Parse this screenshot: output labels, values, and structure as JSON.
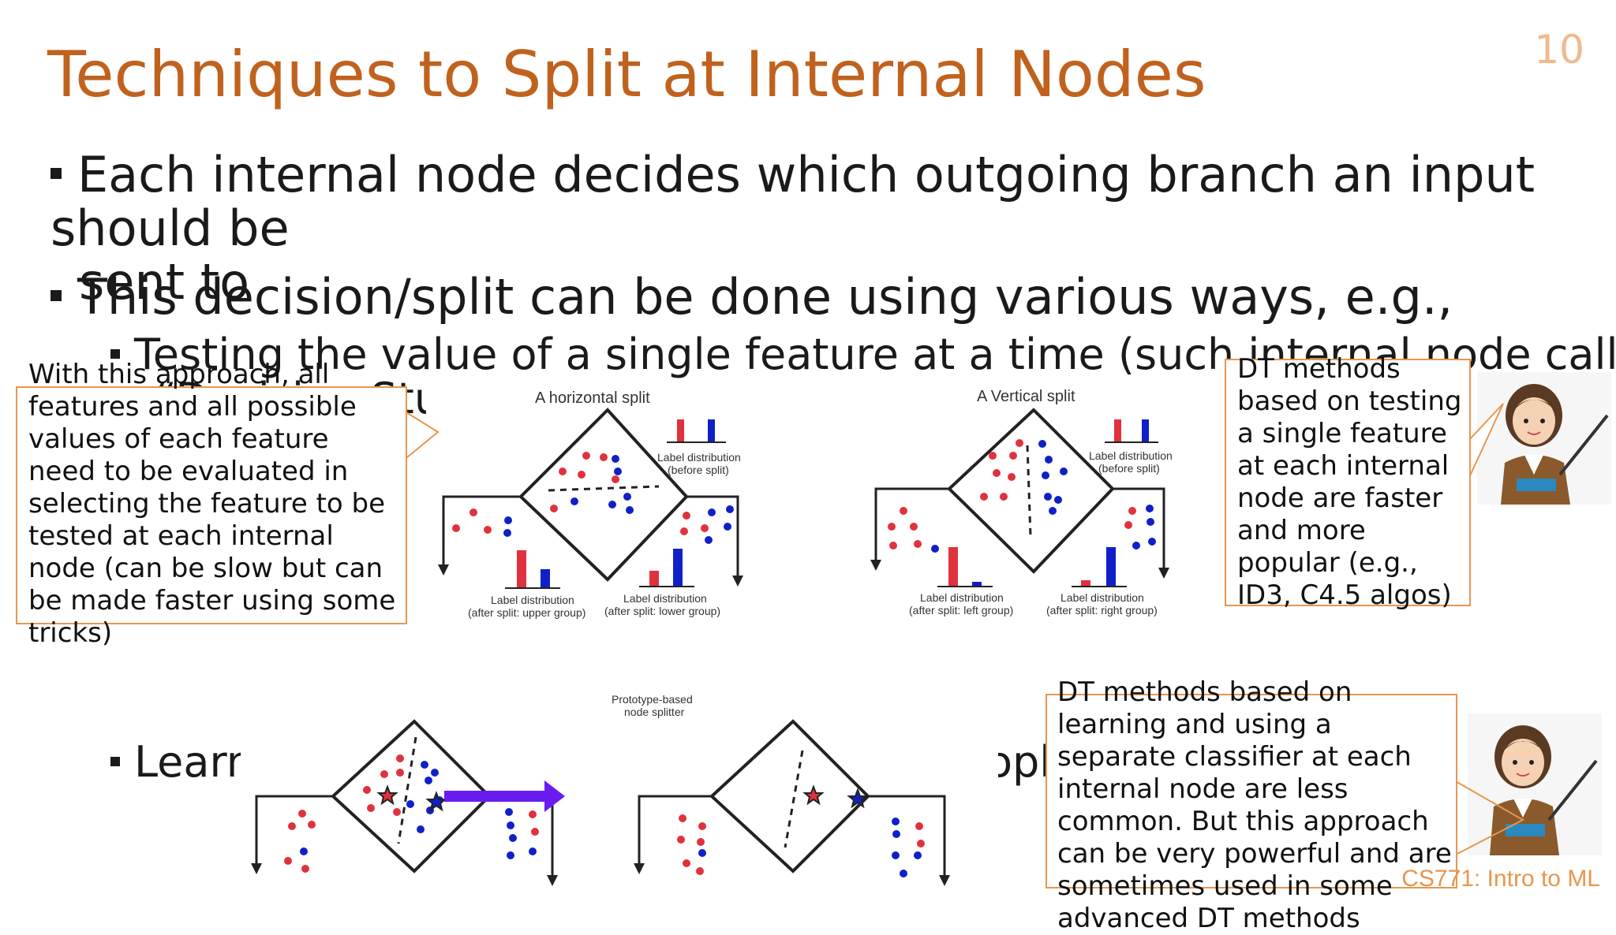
{
  "slide": {
    "title": "Techniques to Split at Internal Nodes",
    "page_number": "10",
    "footer": "CS771: Intro to ML"
  },
  "bullets": {
    "b1": "Each internal node decides which outgoing branch an input should be sent to",
    "b1_line1": "Each internal node decides which outgoing branch an input should be",
    "b1_line2": "sent to",
    "b2": "This decision/split can be done using various ways, e.g.,",
    "b3_line1": "Testing the value of a single feature at a time (such internal node called",
    "b3_line2": "“Decision Stump”)",
    "b4": "Learn",
    "b4_tail": "oph"
  },
  "callouts": {
    "left": "With this approach, all features and all possible values of each feature need to be evaluated in selecting the feature to be tested at each internal node (can be slow but can be made faster using some tricks)",
    "right": "DT methods based on testing a single feature at each internal node are faster and more popular (e.g., ID3, C4.5 algos)",
    "bottom": "DT methods based on learning and using a separate classifier at each internal node are less common. But this approach can be very powerful and are sometimes used in some advanced DT methods"
  },
  "figures": {
    "horizontal": {
      "title": "A horizontal split",
      "label_before": [
        "Label distribution",
        "(before split)"
      ],
      "label_left": [
        "Label distribution",
        "(after split: upper group)"
      ],
      "label_right": [
        "Label distribution",
        "(after split: lower group)"
      ]
    },
    "vertical": {
      "title": "A Vertical split",
      "label_before": [
        "Label distribution",
        "(before split)"
      ],
      "label_left": [
        "Label distribution",
        "(after split: left group)"
      ],
      "label_right": [
        "Label distribution",
        "(after split: right group)"
      ]
    },
    "prototype": {
      "label": [
        "Prototype-based",
        "node splitter"
      ]
    }
  },
  "colors": {
    "title": "#c0621e",
    "accent": "#e8964e",
    "red_point": "#e0323c",
    "blue_point": "#1020c8",
    "arrow": "#6a1cf0"
  }
}
